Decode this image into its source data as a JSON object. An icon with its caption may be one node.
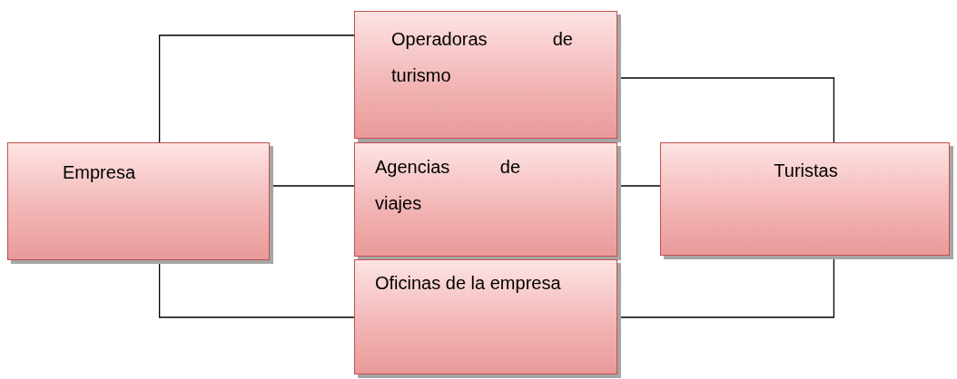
{
  "diagram": {
    "nodes": [
      {
        "text": [
          "Empresa"
        ]
      },
      {
        "text": [
          "Operadoras de turismo"
        ]
      },
      {
        "text": [
          "Agencias de viajes"
        ]
      },
      {
        "text": [
          "Oficinas de la empresa"
        ]
      },
      {
        "text": [
          "Turistas"
        ]
      }
    ],
    "edges": [
      {
        "from": 0,
        "to": 1,
        "arrow": "none"
      },
      {
        "from": 0,
        "to": 2,
        "arrow": "none"
      },
      {
        "from": 0,
        "to": 3,
        "arrow": "none"
      },
      {
        "from": 1,
        "to": 4,
        "arrow": "none"
      },
      {
        "from": 2,
        "to": 4,
        "arrow": "none"
      },
      {
        "from": 3,
        "to": 4,
        "arrow": "none"
      }
    ]
  }
}
